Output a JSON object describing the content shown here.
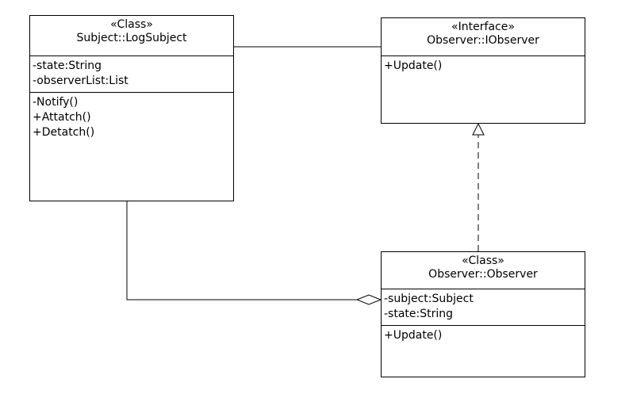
{
  "classes": [
    {
      "id": "subject",
      "stereotype": "«Class»",
      "name": "Subject::LogSubject",
      "attributes": [
        "-state:String",
        "-observerList:List"
      ],
      "operations": [
        "-Notify()",
        "+Attatch()",
        "+Detatch()"
      ]
    },
    {
      "id": "iobserver",
      "stereotype": "«Interface»",
      "name": "Observer::IObserver",
      "attributes": [],
      "operations": [
        "+Update()"
      ]
    },
    {
      "id": "observer",
      "stereotype": "«Class»",
      "name": "Observer::Observer",
      "attributes": [
        "-subject:Subject",
        "-state:String"
      ],
      "operations": [
        "+Update()"
      ]
    }
  ],
  "relationships": [
    {
      "type": "association",
      "from": "Subject::LogSubject",
      "to": "Observer::IObserver"
    },
    {
      "type": "realization",
      "from": "Observer::Observer",
      "to": "Observer::IObserver"
    },
    {
      "type": "aggregation",
      "whole": "Observer::Observer",
      "part": "Subject::LogSubject"
    }
  ],
  "colors": {
    "stroke": "#000000",
    "fill": "#ffffff"
  }
}
